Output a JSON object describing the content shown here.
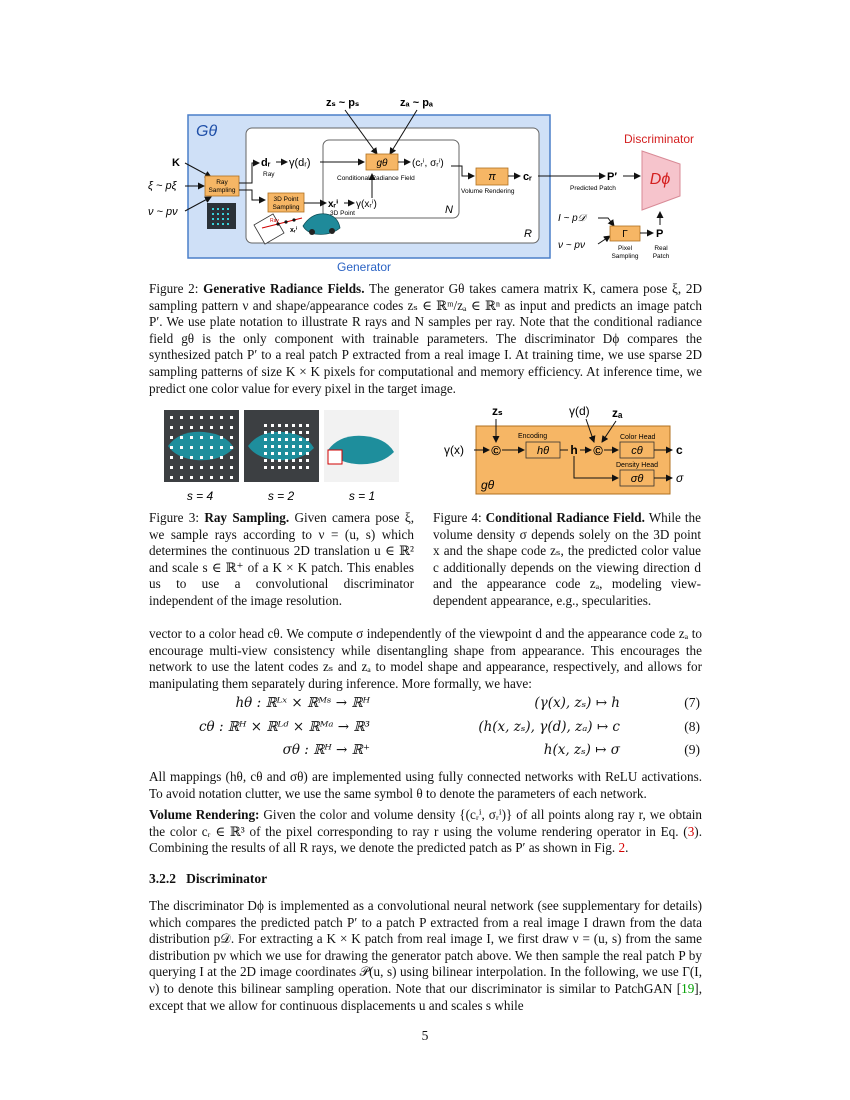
{
  "fig2": {
    "gtheta": "Gθ",
    "discriminator_label": "Discriminator",
    "dphi": "Dϕ",
    "generator_label": "Generator",
    "zs_ps": "zₛ ~ pₛ",
    "za_pa": "zₐ ~ pₐ",
    "K": "K",
    "xi_p": "ξ ~ pξ",
    "nu_p": "ν ~ pν",
    "ray_sampling": [
      "Ray",
      "Sampling"
    ],
    "point_sampling": [
      "3D Point",
      "Sampling"
    ],
    "dr": "dᵣ",
    "gamma_dr": "γ(dᵣ)",
    "ray": "Ray",
    "g_theta_box": "gθ",
    "c_sigma": "(cᵣⁱ, σᵣⁱ)",
    "crf_label": "Conditional Radiance Field",
    "xr": "xᵣⁱ",
    "gamma_xr": "γ(xᵣⁱ)",
    "point_3d": "3D Point",
    "N": "N",
    "R": "R",
    "pi": "π",
    "vol_render": "Volume Rendering",
    "cr": "cᵣ",
    "P_prime": "P′",
    "predicted_patch": "Predicted Patch",
    "I_pd": "I ~ p𝒟",
    "nu_pnu2": "ν ~ pν",
    "Gamma": "Γ",
    "P": "P",
    "pixel_sampling": [
      "Pixel",
      "Sampling"
    ],
    "real_patch": [
      "Real",
      "Patch"
    ],
    "ray_small": "Ray",
    "xr_small": "xᵣⁱ"
  },
  "fig2_caption": {
    "label": "Figure 2:",
    "title": "Generative Radiance Fields.",
    "text": "The generator Gθ takes camera matrix K, camera pose ξ, 2D sampling pattern ν and shape/appearance codes zₛ ∈ ℝᵐ/zₐ ∈ ℝⁿ as input and predicts an image patch P′. We use plate notation to illustrate R rays and N samples per ray. Note that the conditional radiance field gθ is the only component with trainable parameters. The discriminator Dϕ compares the synthesized patch P′ to a real patch P extracted from a real image I. At training time, we use sparse 2D sampling patterns of size K × K pixels for computational and memory efficiency. At inference time, we predict one color value for every pixel in the target image."
  },
  "fig3": {
    "labels": [
      "s = 4",
      "s = 2",
      "s = 1"
    ]
  },
  "fig3_caption": {
    "label": "Figure 3:",
    "title": "Ray Sampling.",
    "text": "Given camera pose ξ, we sample rays according to ν = (u, s) which determines the continuous 2D translation u ∈ ℝ² and scale s ∈ ℝ⁺ of a K × K patch. This enables us to use a convolutional discriminator independent of the image resolution."
  },
  "fig4": {
    "zs": "zₛ",
    "gamma_d": "γ(d)",
    "za": "zₐ",
    "gamma_x": "γ(x)",
    "encoding": "Encoding",
    "h_theta": "hθ",
    "h": "h",
    "color_head": "Color Head",
    "c_theta": "cθ",
    "c": "c",
    "density_head": "Density Head",
    "sigma_theta": "σθ",
    "sigma": "σ",
    "g_theta": "gθ",
    "concat": "©"
  },
  "fig4_caption": {
    "label": "Figure 4:",
    "title": "Conditional Radiance Field.",
    "text": "While the volume density σ depends solely on the 3D point x and the shape code zₛ, the predicted color value c additionally depends on the viewing direction d and the appearance code zₐ, modeling view-dependent appearance, e.g., specularities."
  },
  "body": {
    "p1": "vector to a color head cθ. We compute σ independently of the viewpoint d and the appearance code zₐ to encourage multi-view consistency while disentangling shape from appearance. This encourages the network to use the latent codes zₛ and zₐ to model shape and appearance, respectively, and allows for manipulating them separately during inference. More formally, we have:",
    "equations": [
      {
        "left": "hθ : ℝᴸˣ × ℝᴹˢ → ℝᴴ",
        "right": "(γ(x), zₛ) ↦ h",
        "num": "(7)"
      },
      {
        "left": "cθ : ℝᴴ × ℝᴸᵈ × ℝᴹᵃ → ℝ³",
        "right": "(h(x, zₛ), γ(d), zₐ) ↦ c",
        "num": "(8)"
      },
      {
        "left": "σθ : ℝᴴ → ℝ⁺",
        "right": "h(x, zₛ) ↦ σ",
        "num": "(9)"
      }
    ],
    "p2": "All mappings (hθ, cθ and σθ) are implemented using fully connected networks with ReLU activations. To avoid notation clutter, we use the same symbol θ to denote the parameters of each network.",
    "p3_title": "Volume Rendering:",
    "p3_a": "Given the color and volume density {(cᵣⁱ, σᵣⁱ)} of all points along ray r, we obtain the color cᵣ ∈ ℝ³ of the pixel corresponding to ray r using the volume rendering operator in Eq. (",
    "p3_ref1": "3",
    "p3_b": "). Combining the results of all R rays, we denote the predicted patch as P′ as shown in Fig. ",
    "p3_ref2": "2",
    "p3_c": ".",
    "section": "3.2.2   Discriminator",
    "p4_a": "The discriminator Dϕ is implemented as a convolutional neural network (see supplementary for details) which compares the predicted patch P′ to a patch P extracted from a real image I drawn from the data distribution p𝒟. For extracting a K × K patch from real image I, we first draw ν = (u, s) from the same distribution pν which we use for drawing the generator patch above. We then sample the real patch P by querying I at the 2D image coordinates 𝒫(u, s) using bilinear interpolation. In the following, we use Γ(I, ν) to denote this bilinear sampling operation. Note that our discriminator is similar to PatchGAN [",
    "p4_ref": "19",
    "p4_b": "], except that we allow for continuous displacements u and scales s while",
    "page_number": "5"
  }
}
